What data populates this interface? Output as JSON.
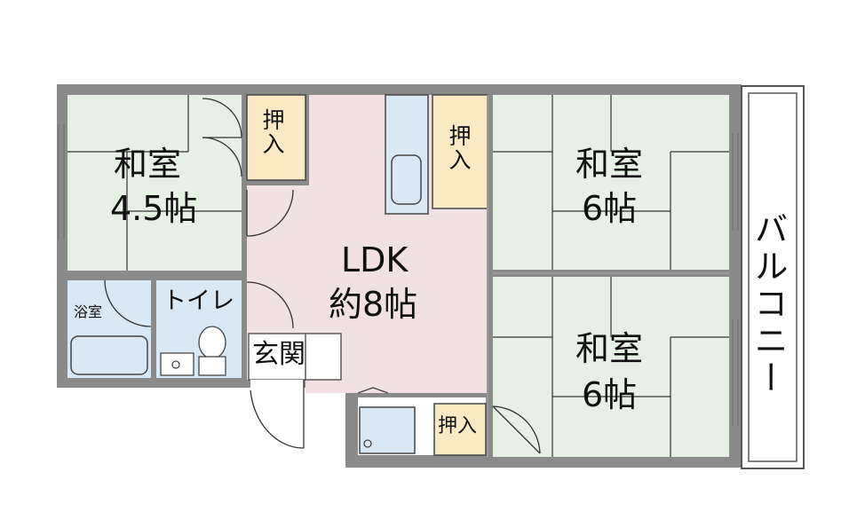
{
  "rooms": {
    "washitsu_nw": {
      "name": "和室",
      "size": "4.5帖"
    },
    "washitsu_ne": {
      "name": "和室",
      "size": "6帖"
    },
    "washitsu_se": {
      "name": "和室",
      "size": "6帖"
    },
    "ldk": {
      "name": "LDK",
      "size": "約8帖"
    },
    "bath": "浴室",
    "toilet": "トイレ",
    "entrance": "玄関",
    "closet_nw": "押入",
    "closet_center": "押入",
    "closet_bottom": "押入",
    "balcony": "バルコニー"
  },
  "colors": {
    "tatami": "#e6f0e4",
    "ldk": "#f2e1e3",
    "wet": "#d8e9f5",
    "closet": "#faeac4",
    "wall": "#8a8a8a",
    "line": "#2a2a2a"
  }
}
